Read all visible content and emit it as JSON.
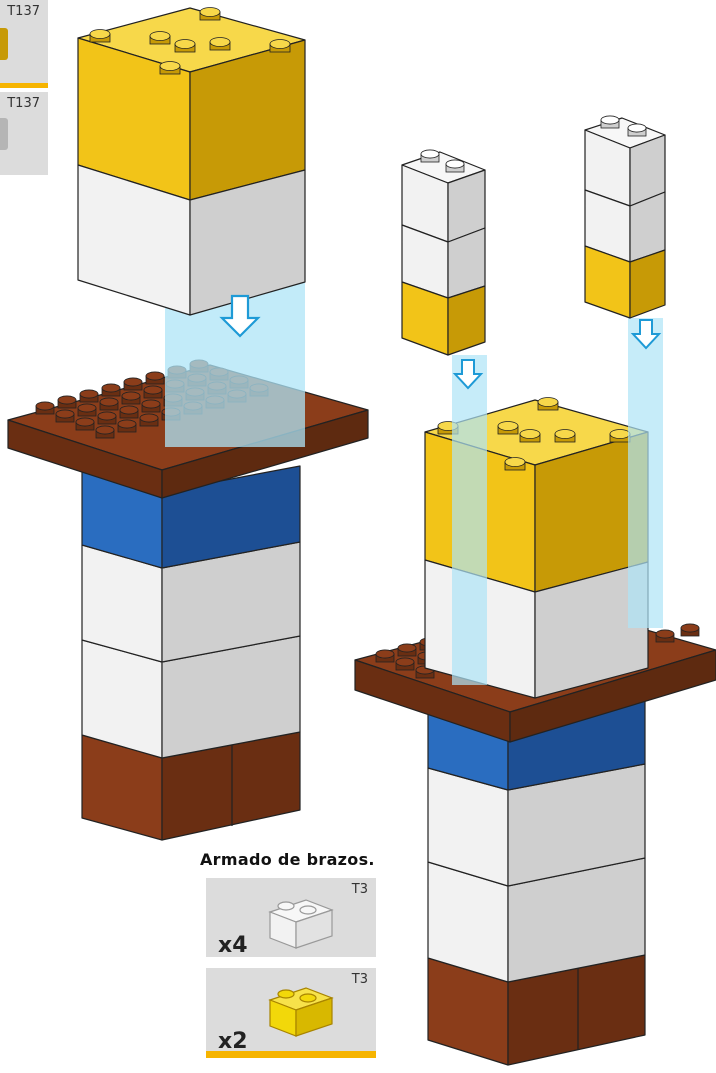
{
  "colors": {
    "yellow": "#f2c418",
    "yellow_dark": "#c79a06",
    "white": "#f2f2f2",
    "white_dark": "#c9c9c9",
    "blue": "#2a6dc0",
    "blue_dark": "#1d4f94",
    "brown": "#8b3d1a",
    "brown_dark": "#5e2a10",
    "beam": "#aee4f7",
    "accent_bar": "#f6b400"
  },
  "top_cards": [
    {
      "tag": "T137",
      "piece_color": "yellow",
      "bar_color": "accent"
    },
    {
      "tag": "T137",
      "piece_color": "white",
      "bar_color": "white"
    }
  ],
  "arms_section": {
    "title": "Armado de brazos.",
    "cards": [
      {
        "tag": "T3",
        "quantity": "x4",
        "piece_color": "white",
        "bar_color": "white"
      },
      {
        "tag": "T3",
        "quantity": "x2",
        "piece_color": "yellow",
        "bar_color": "accent"
      }
    ]
  },
  "illustration": {
    "left_model_icon": "stacked-duplo-tower",
    "right_model_icon": "duplo-figure-with-arms",
    "arrow_icon": "down-arrow-outline"
  }
}
